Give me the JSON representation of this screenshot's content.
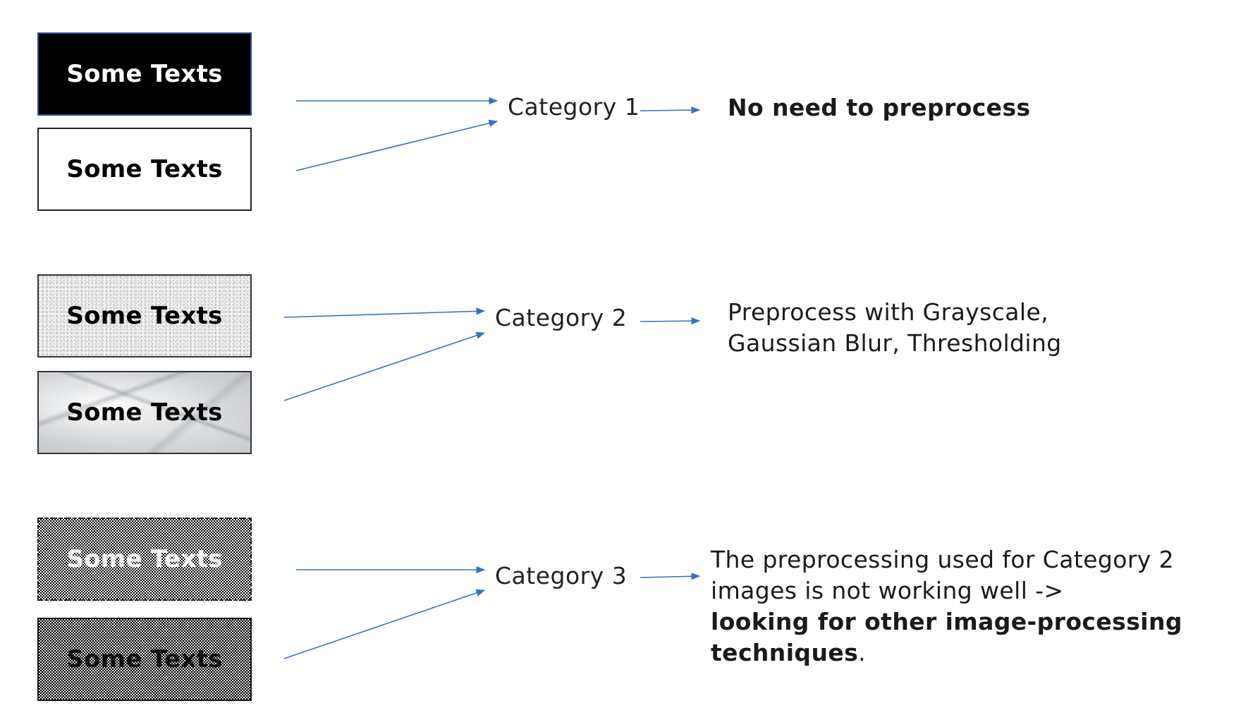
{
  "samples": [
    {
      "label": "Some Texts",
      "style": "white text on black"
    },
    {
      "label": "Some Texts",
      "style": "black text on white"
    },
    {
      "label": "Some Texts",
      "style": "black text on speckled gray texture"
    },
    {
      "label": "Some Texts",
      "style": "black text on marble texture"
    },
    {
      "label": "Some Texts",
      "style": "white text on dithered halftone"
    },
    {
      "label": "Some Texts",
      "style": "black text on dithered halftone"
    }
  ],
  "categories": [
    {
      "label": "Category 1"
    },
    {
      "label": "Category 2"
    },
    {
      "label": "Category 3"
    }
  ],
  "results": {
    "r1": "No need to preprocess",
    "r2_line1": "Preprocess with Grayscale,",
    "r2_line2": "Gaussian Blur, Thresholding",
    "r3_plain": "The preprocessing used for Category 2 images is not working well ->",
    "r3_bold": "looking for other image-processing techniques",
    "r3_end": "."
  },
  "colors": {
    "arrow": "#3b6fc4",
    "text": "#222222",
    "black_box": "#000000"
  }
}
